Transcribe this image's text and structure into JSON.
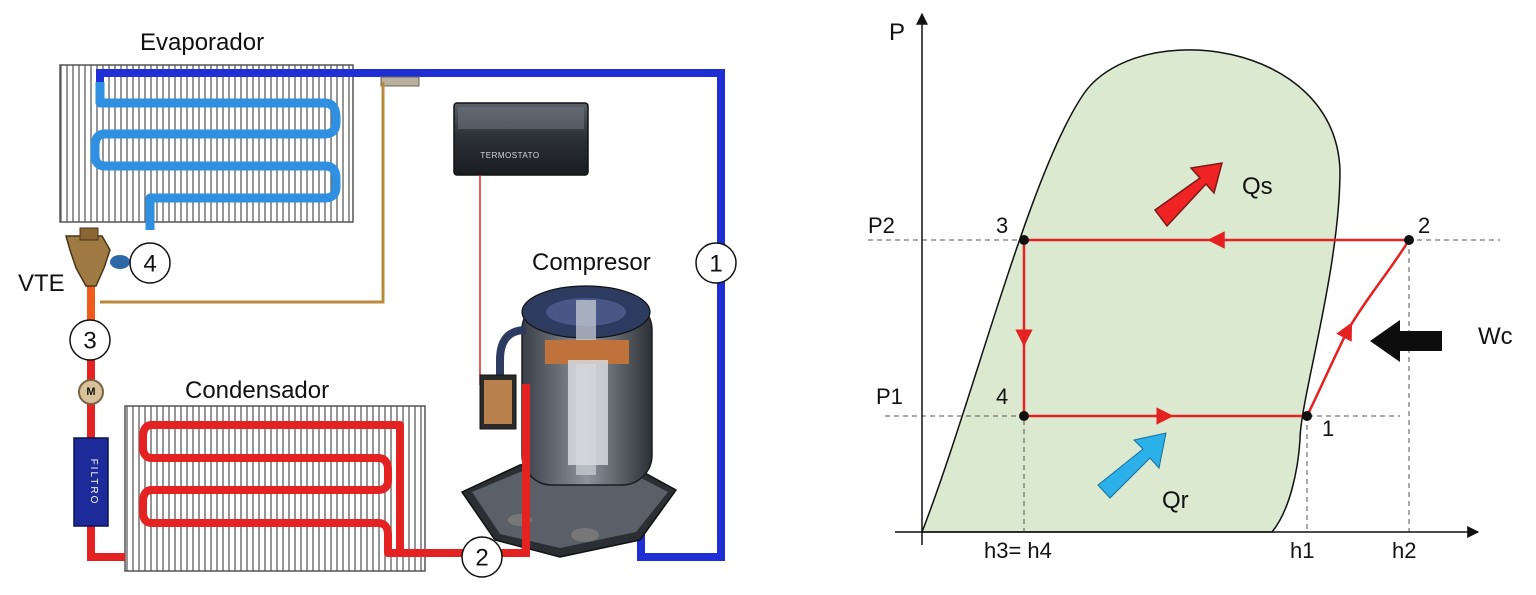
{
  "left": {
    "evaporator": "Evaporador",
    "condenser": "Condensador",
    "compressor": "Compresor",
    "valve": "VTE",
    "thermostat": "TERMOSTATO",
    "filter": "FILTRO",
    "meter": "M",
    "points": [
      "1",
      "2",
      "3",
      "4"
    ]
  },
  "right": {
    "axis_y": "P",
    "pressures": [
      "P2",
      "P1"
    ],
    "enthalpies": [
      "h3= h4",
      "h1",
      "h2"
    ],
    "points": [
      "1",
      "2",
      "3",
      "4"
    ],
    "heat_rejected": "Qs",
    "heat_absorbed": "Qr",
    "work": "Wc"
  },
  "colors": {
    "suction_line": "#1f2fd6",
    "evaporator_coil": "#2f8fe0",
    "hot_line": "#e52222",
    "liquid_line": "#f05a1a",
    "bulb_line": "#b78a3c",
    "dome_fill": "#dbe9d0",
    "cycle_line": "#e52222",
    "qs_arrow": "#ef2323",
    "qr_arrow": "#2bb0ea",
    "wc_arrow": "#0d0d0d"
  }
}
